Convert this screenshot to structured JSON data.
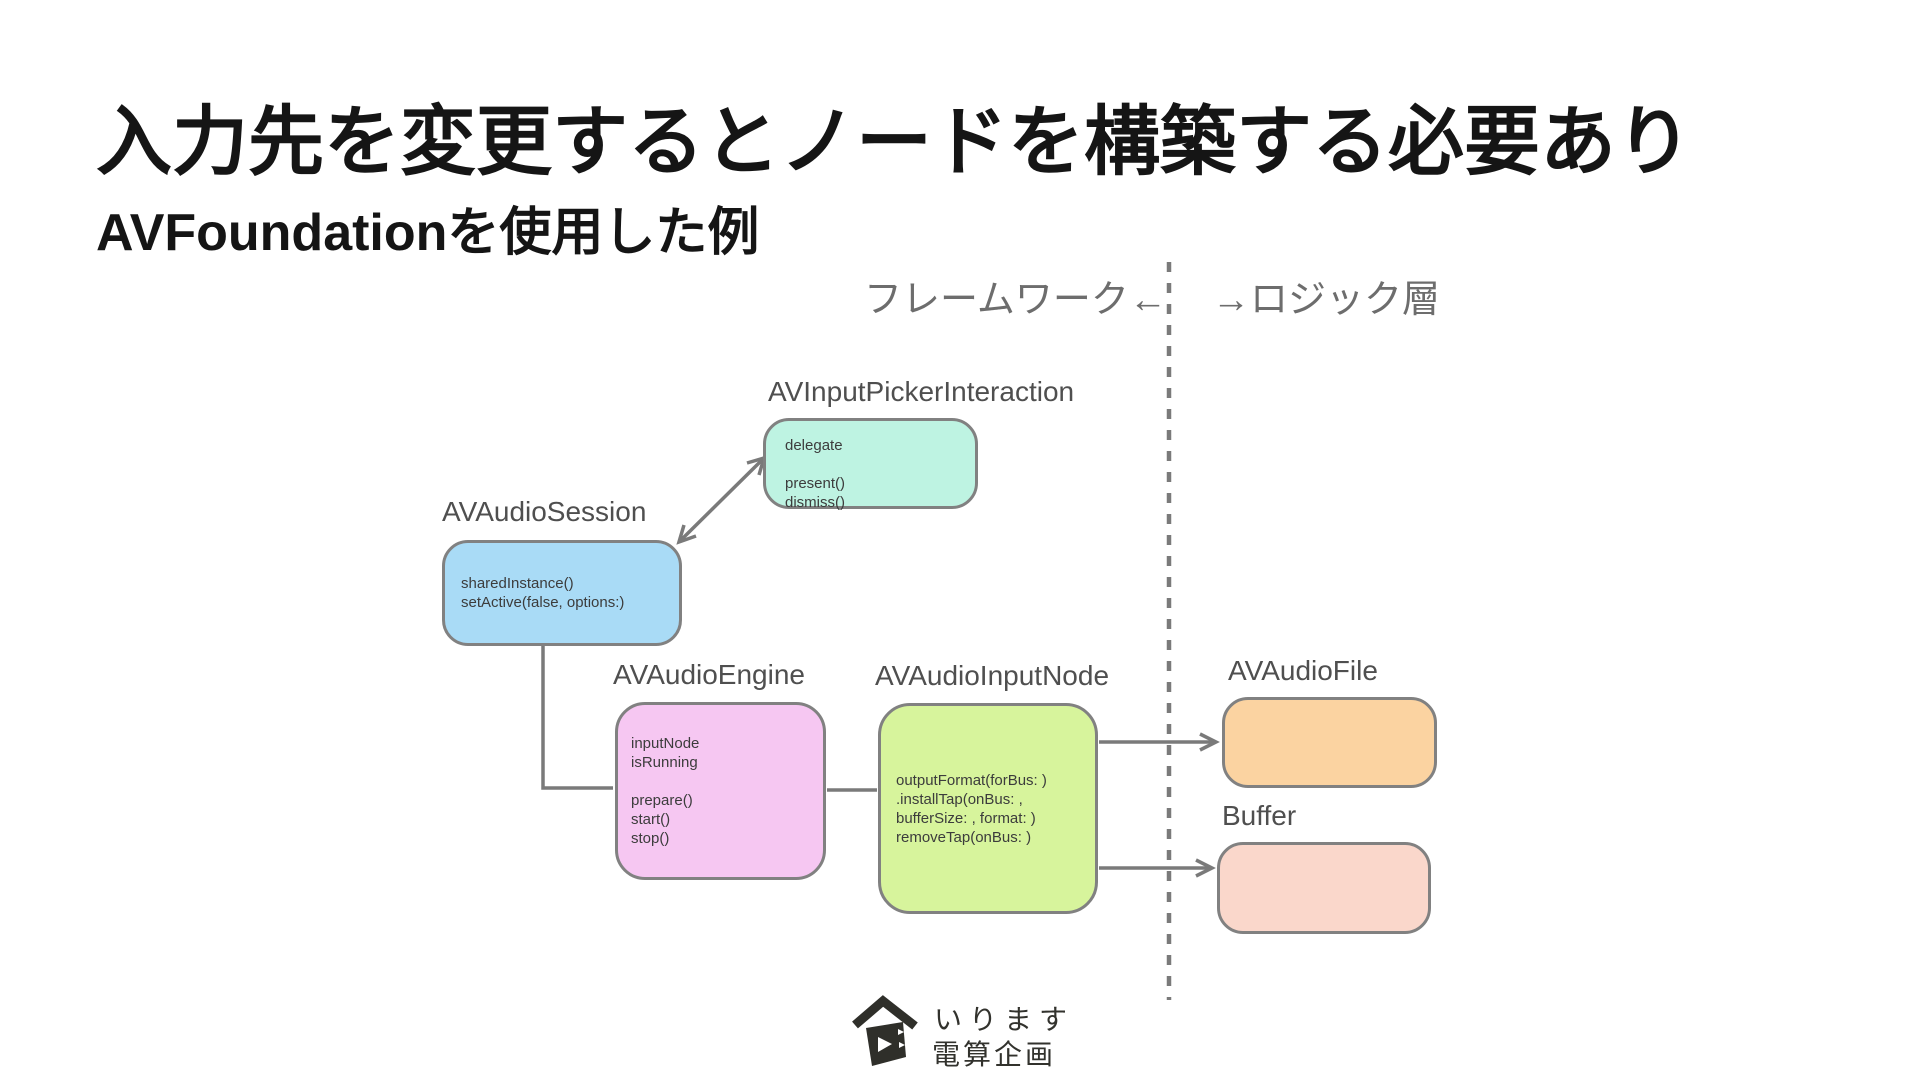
{
  "slide": {
    "title": "入力先を変更するとノードを構築する必要あり",
    "subtitle": "AVFoundationを使用した例"
  },
  "zones": {
    "framework_label": "フレームワーク←",
    "logic_label": "→ロジック層"
  },
  "nodes": [
    {
      "id": "av-input-picker-interaction",
      "label": "AVInputPickerInteraction",
      "body": "delegate\n\npresent()\ndismiss()",
      "fill": "#bef3e2"
    },
    {
      "id": "av-audio-session",
      "label": "AVAudioSession",
      "body": "sharedInstance()\nsetActive(false, options:)",
      "fill": "#a9dbf6"
    },
    {
      "id": "av-audio-engine",
      "label": "AVAudioEngine",
      "body": "inputNode\nisRunning\n\nprepare()\nstart()\nstop()",
      "fill": "#f6c7f2"
    },
    {
      "id": "av-audio-input-node",
      "label": "AVAudioInputNode",
      "body": "outputFormat(forBus: )\n.installTap(onBus: ,\nbufferSize: , format: )\nremoveTap(onBus: )",
      "fill": "#d7f49c"
    },
    {
      "id": "av-audio-file",
      "label": "AVAudioFile",
      "body": "",
      "fill": "#fbd3a1"
    },
    {
      "id": "buffer",
      "label": "Buffer",
      "body": "",
      "fill": "#fad7cb"
    }
  ],
  "logo": {
    "line1": "いります",
    "line2": "電算企画"
  },
  "colors": {
    "background": "#ffffff",
    "title_text": "#151515",
    "zone_label_text": "#6d6d6d",
    "node_border": "#818181",
    "node_label_text": "#4f4f4f",
    "node_body_text": "#3c3c3c",
    "connector": "#7a7a7a",
    "logo": "#32322d"
  }
}
